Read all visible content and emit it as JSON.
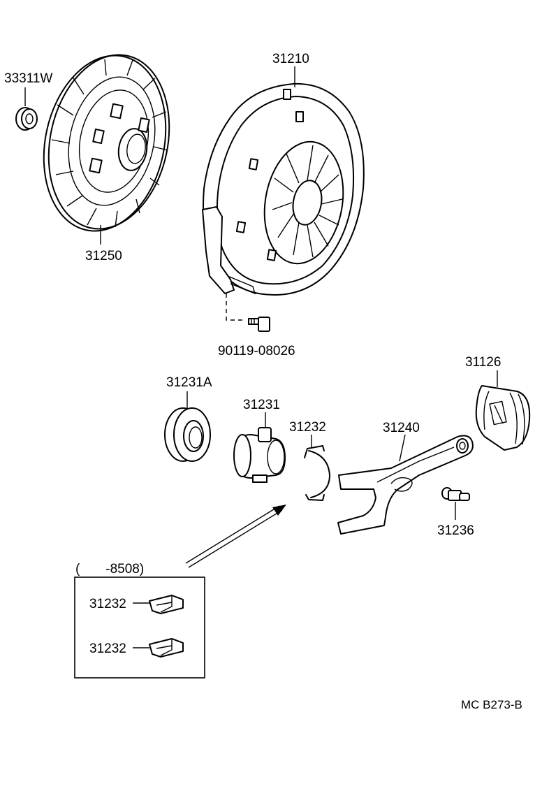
{
  "labels": {
    "release_bearing_hub_code": "33311W",
    "disc_code": "31250",
    "cover_code": "31210",
    "bolt_code": "90119-08026",
    "bearing_code": "31231A",
    "hub_code": "31231",
    "clip_code": "31232",
    "fork_code": "31240",
    "boot_code": "31126",
    "support_code": "31236",
    "period_label": "(       -8508)",
    "inset_clip_code_1": "31232",
    "inset_clip_code_2": "31232",
    "drawing_number": "MC B273-B"
  }
}
